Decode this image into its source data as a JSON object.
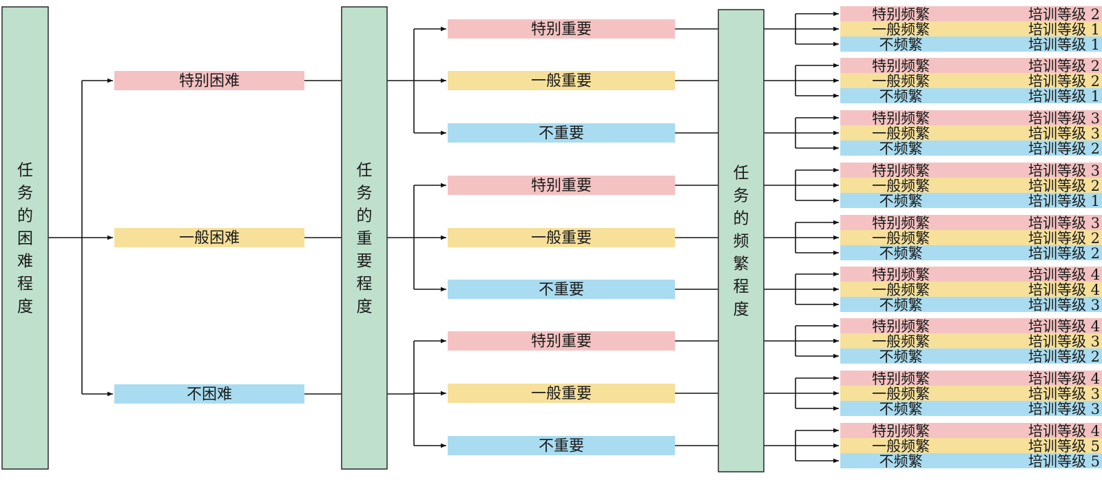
{
  "columns": {
    "difficulty": "任务的困难程度",
    "importance": "任务的重要程度",
    "frequency": "任务的频繁程度"
  },
  "colors": {
    "column_fill": "#bfe0cc",
    "pink": "#f4c2c2",
    "yellow": "#f6e09a",
    "blue": "#a9dcf0",
    "line": "#111111"
  },
  "difficulty_levels": [
    {
      "label": "特别困难",
      "color": "pink"
    },
    {
      "label": "一般困难",
      "color": "yellow"
    },
    {
      "label": "不困难",
      "color": "blue"
    }
  ],
  "importance_levels": [
    {
      "label": "特别重要",
      "color": "pink"
    },
    {
      "label": "一般重要",
      "color": "yellow"
    },
    {
      "label": "不重要",
      "color": "blue"
    }
  ],
  "frequency_levels": [
    {
      "label": "特别频繁",
      "color": "pink"
    },
    {
      "label": "一般频繁",
      "color": "yellow"
    },
    {
      "label": "不频繁",
      "color": "blue"
    }
  ],
  "grades": [
    [
      "培训等级 2",
      "培训等级 1",
      "培训等级 1"
    ],
    [
      "培训等级 2",
      "培训等级 2",
      "培训等级 1"
    ],
    [
      "培训等级 3",
      "培训等级 3",
      "培训等级 2"
    ],
    [
      "培训等级 3",
      "培训等级 2",
      "培训等级 1"
    ],
    [
      "培训等级 3",
      "培训等级 2",
      "培训等级 2"
    ],
    [
      "培训等级 4",
      "培训等级 4",
      "培训等级 3"
    ],
    [
      "培训等级 4",
      "培训等级 3",
      "培训等级 2"
    ],
    [
      "培训等级 4",
      "培训等级 3",
      "培训等级 3"
    ],
    [
      "培训等级 4",
      "培训等级 5",
      "培训等级 5"
    ]
  ]
}
